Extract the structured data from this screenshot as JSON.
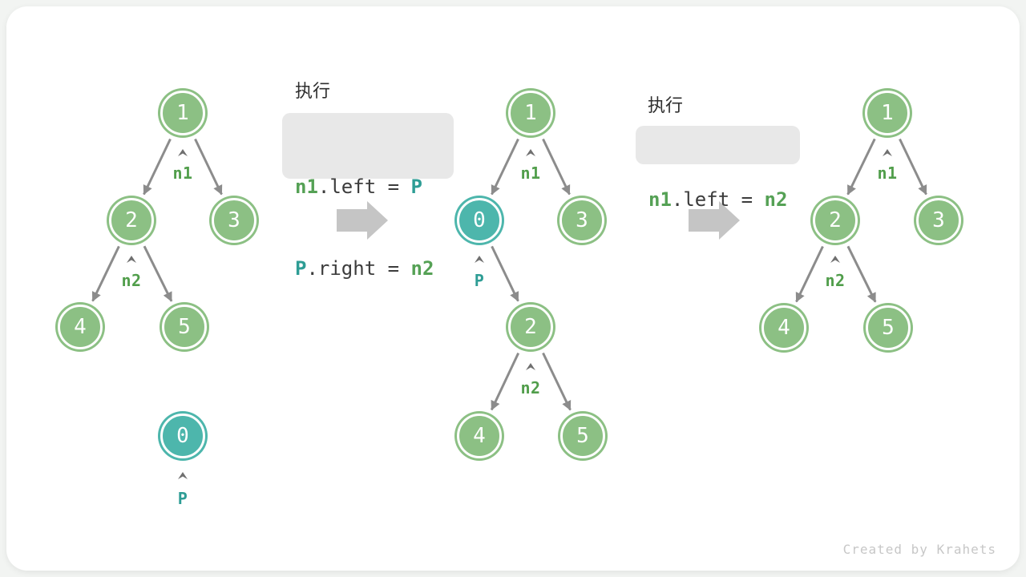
{
  "watermark": "Created by Krahets",
  "colors": {
    "node_green": "#8cc084",
    "node_teal": "#4db6ac",
    "label_green": "#519e4b",
    "label_teal": "#2e9d95",
    "edge_gray": "#8c8c8c",
    "flow_arrow_gray": "#c5c5c5",
    "code_background": "#e8e8e8",
    "code_text": "#3c3c3c"
  },
  "code_blocks": [
    {
      "title": "执行",
      "lines": [
        {
          "tokens": [
            {
              "text": "n1",
              "style": "green"
            },
            {
              "text": ".left = ",
              "style": "plain"
            },
            {
              "text": "P",
              "style": "teal"
            }
          ]
        },
        {
          "tokens": [
            {
              "text": "P",
              "style": "teal"
            },
            {
              "text": ".right = ",
              "style": "plain"
            },
            {
              "text": "n2",
              "style": "green"
            }
          ]
        }
      ]
    },
    {
      "title": "执行",
      "lines": [
        {
          "tokens": [
            {
              "text": "n1",
              "style": "green"
            },
            {
              "text": ".left = ",
              "style": "plain"
            },
            {
              "text": "n2",
              "style": "green"
            }
          ]
        }
      ]
    }
  ],
  "trees": [
    {
      "name": "tree-before",
      "nodes": [
        {
          "value": "1"
        },
        {
          "value": "2"
        },
        {
          "value": "3"
        },
        {
          "value": "4"
        },
        {
          "value": "5"
        },
        {
          "value": "0"
        }
      ],
      "pointers": [
        {
          "label": "n1"
        },
        {
          "label": "n2"
        },
        {
          "label": "P"
        }
      ]
    },
    {
      "name": "tree-intermediate",
      "nodes": [
        {
          "value": "1"
        },
        {
          "value": "0"
        },
        {
          "value": "3"
        },
        {
          "value": "2"
        },
        {
          "value": "4"
        },
        {
          "value": "5"
        }
      ],
      "pointers": [
        {
          "label": "n1"
        },
        {
          "label": "P"
        },
        {
          "label": "n2"
        }
      ]
    },
    {
      "name": "tree-after",
      "nodes": [
        {
          "value": "1"
        },
        {
          "value": "2"
        },
        {
          "value": "3"
        },
        {
          "value": "4"
        },
        {
          "value": "5"
        }
      ],
      "pointers": [
        {
          "label": "n1"
        },
        {
          "label": "n2"
        }
      ]
    }
  ]
}
